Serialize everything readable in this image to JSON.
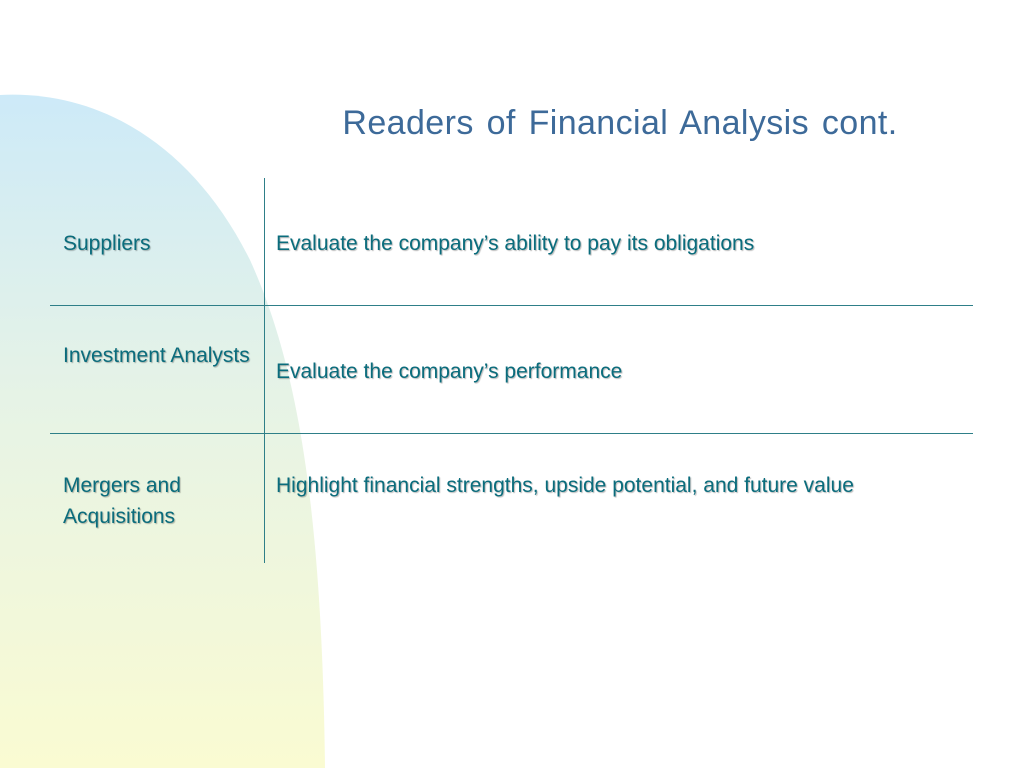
{
  "slide": {
    "title": "Readers of Financial Analysis cont."
  },
  "rows": [
    {
      "reader": "Suppliers",
      "purpose": "Evaluate the company’s ability to pay its obligations"
    },
    {
      "reader": "Investment Analysts",
      "purpose": "Evaluate the company’s performance"
    },
    {
      "reader": "Mergers and Acquisitions",
      "purpose": "Highlight financial strengths, upside potential, and future value"
    }
  ],
  "colors": {
    "title": "#3d6a99",
    "table_text": "#0a6c7c",
    "rule_lines": "#2e7f88",
    "bg_shape_top": "#cdeaf8",
    "bg_shape_bottom": "#fafbd2"
  }
}
